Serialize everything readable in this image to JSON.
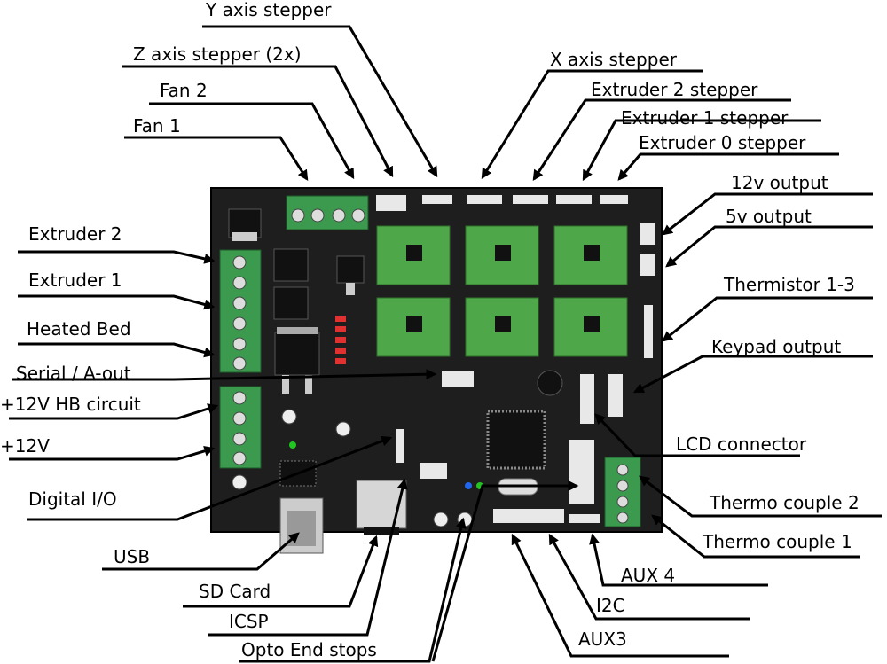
{
  "labels": {
    "y_axis": "Y axis stepper",
    "z_axis": "Z axis stepper (2x)",
    "x_axis": "X axis stepper",
    "fan2": "Fan 2",
    "fan1": "Fan 1",
    "extruder2_stepper": "Extruder 2 stepper",
    "extruder1_stepper": "Extruder 1 stepper",
    "extruder0_stepper": "Extruder 0 stepper",
    "out_12v": "12v output",
    "out_5v": "5v output",
    "extruder2": "Extruder 2",
    "extruder1": "Extruder 1",
    "thermistor": "Thermistor 1-3",
    "heated_bed": "Heated Bed",
    "keypad": "Keypad output",
    "serial": "Serial / A-out",
    "hb_circuit": "+12V HB circuit",
    "plus12v": "+12V",
    "lcd": "LCD connector",
    "digital_io": "Digital I/O",
    "thermo2": "Thermo couple 2",
    "thermo1": "Thermo couple 1",
    "usb": "USB",
    "aux4": "AUX 4",
    "sd_card": "SD Card",
    "i2c": "I2C",
    "icsp": "ICSP",
    "aux3": "AUX3",
    "opto": "Opto End stops"
  },
  "colors": {
    "board": "#1e1e1e",
    "terminal_green": "#3c9a4e",
    "driver_green": "#4ea84a",
    "led_red": "#e03030",
    "header_white": "#e8e8e8"
  }
}
